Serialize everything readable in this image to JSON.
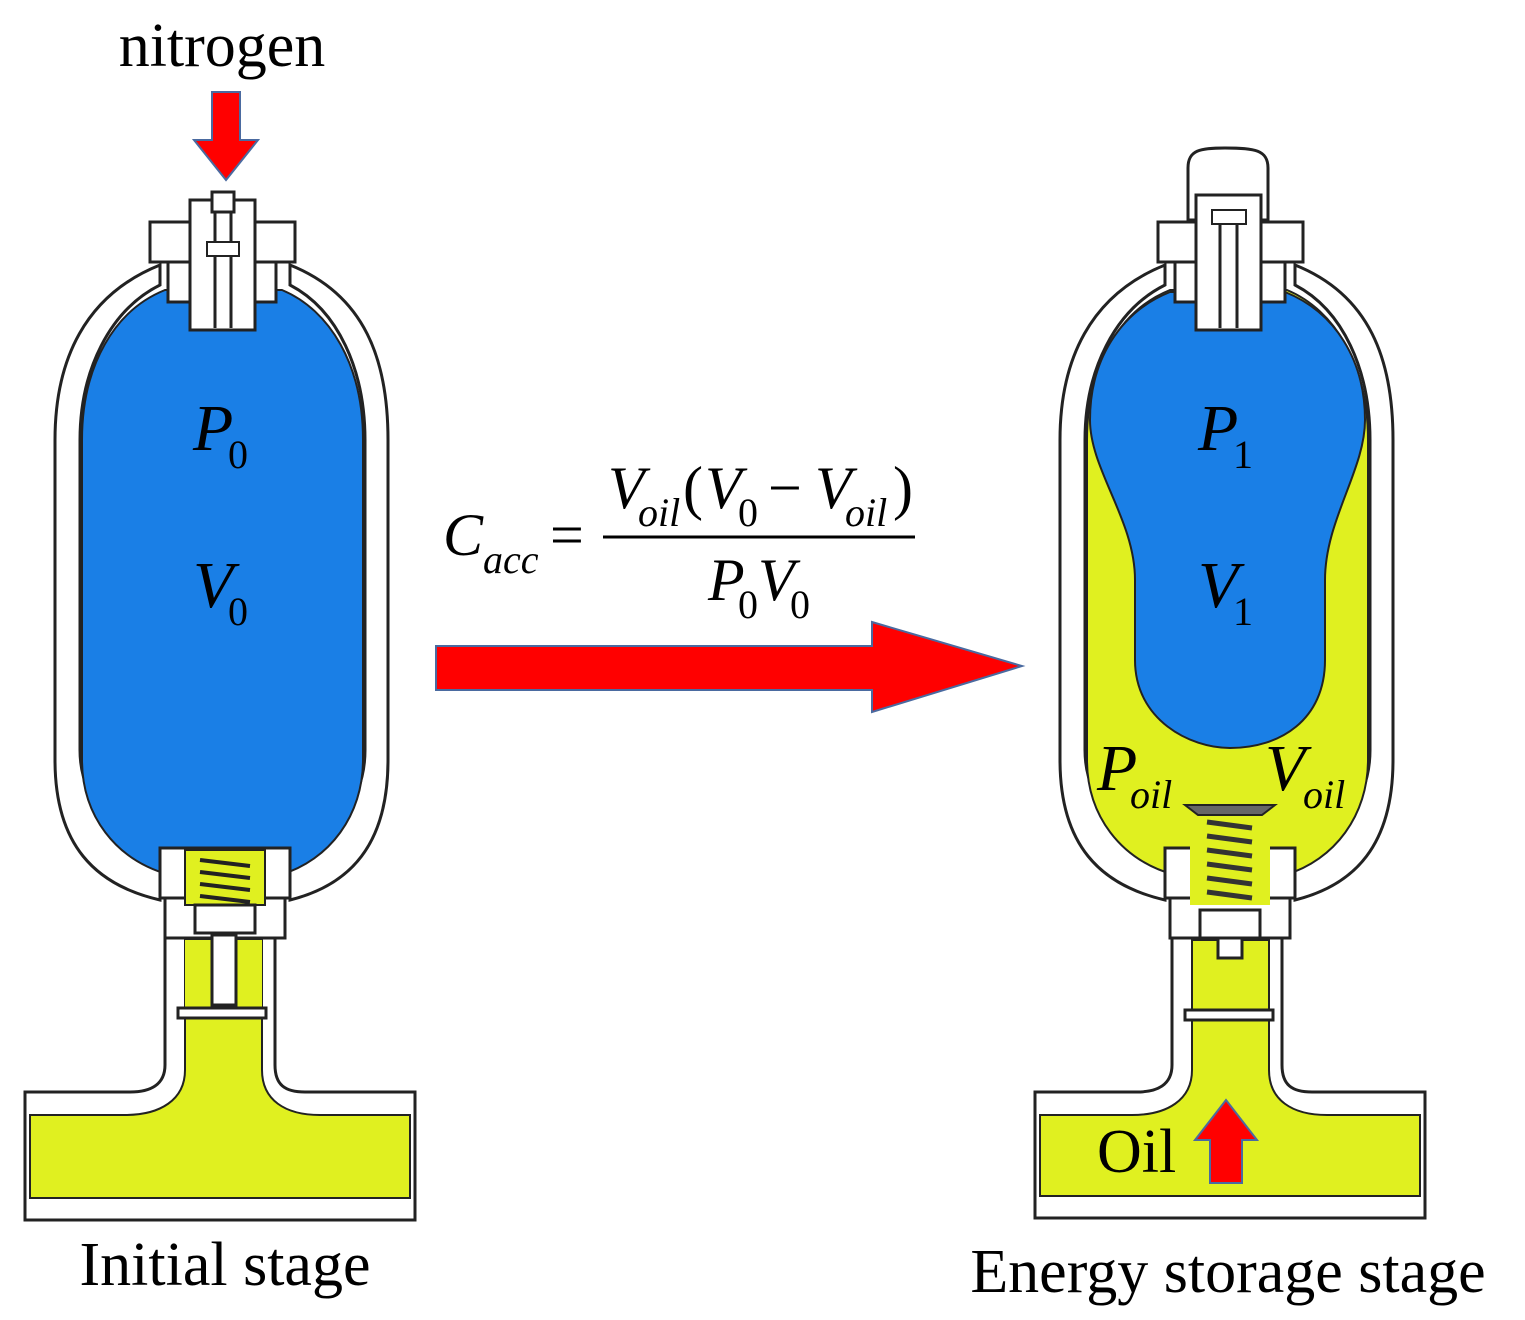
{
  "labels": {
    "nitrogen": "nitrogen",
    "initial_caption": "Initial stage",
    "storage_caption": "Energy storage stage",
    "oil": "Oil"
  },
  "variables": {
    "P": "P",
    "V": "V",
    "sub_0": "0",
    "sub_1": "1",
    "sub_oil": "oil"
  },
  "formula": {
    "C": "C",
    "sub_acc": "acc",
    "equals": "=",
    "V": "V",
    "P": "P",
    "sub_oil": "oil",
    "sub_0": "0",
    "open_paren": "(",
    "minus": "−",
    "close_paren": ")"
  },
  "colors": {
    "gas": "#1a7fe6",
    "oil": "#e0f020",
    "arrow": "#ff0000",
    "outline": "#222222",
    "arrow_edge": "#4a6aa0"
  }
}
